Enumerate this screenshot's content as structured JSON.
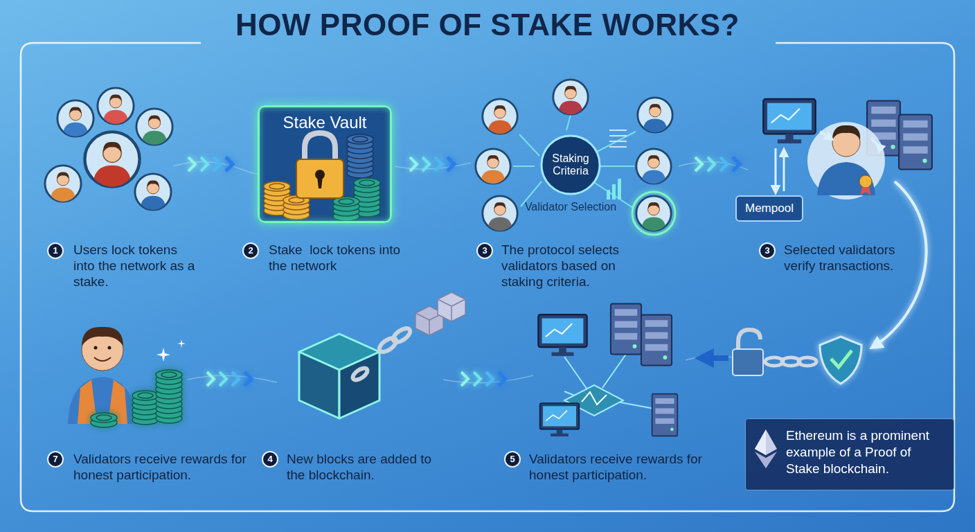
{
  "diagram": {
    "title": "HOW PROOF OF STAKE WORKS?",
    "nodes": [
      {
        "text": [
          "Stake Vault"
        ]
      },
      {
        "text": [
          "Staking Criteria",
          "Validator Selection"
        ]
      },
      {
        "text": [
          "Mempool"
        ]
      },
      {
        "text": [
          "Ethereum is a prominent example of a Proof of Stake blockchain."
        ]
      }
    ],
    "labels": [
      "1",
      "Users lock tokens into the network as a stake.",
      "2",
      "Stake  lock tokens into the network",
      "3",
      "The protocol selects validators based on staking criteria.",
      "3",
      "Selected validators verify transactions.",
      "7",
      "Validators receive rewards for honest participation.",
      "4",
      "New blocks are added to the blockchain.",
      "5",
      "Validators receive rewards for honest participation."
    ]
  }
}
